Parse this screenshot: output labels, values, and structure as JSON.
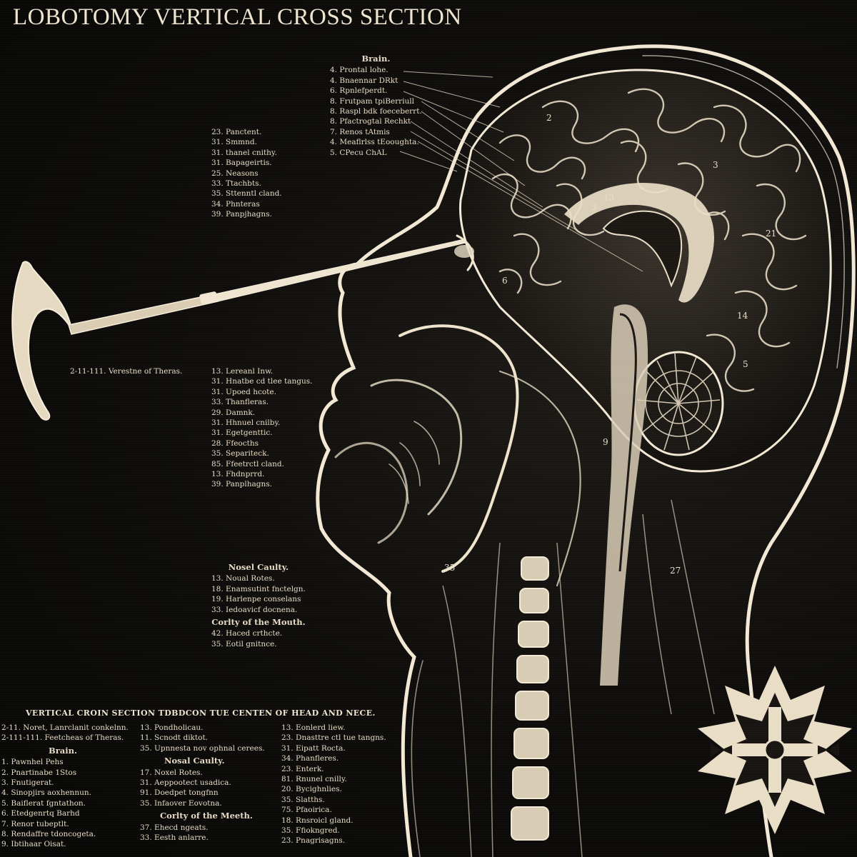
{
  "title": "LOBOTOMY VERTICAL CROSS SECTION",
  "brain_block": {
    "heading": "Brain.",
    "items": [
      "4. Prontal lohe.",
      "4. Bnaennar DRkt",
      "6. Rpnlefperdt.",
      "8. Frutpam tpiBerriull",
      "8. Raspl bdk foeceberrt.",
      "8. Pfactrogtal Rechkt",
      "7. Renos tAtmis",
      "4. Meaflrlss tEooughta.",
      "5. CPecu ChAL"
    ]
  },
  "upper_list": {
    "items": [
      "23. Panctent.",
      "31. Smmnd.",
      "31. thanel cnithy.",
      "31. Bapageirtis.",
      "25. Neasons",
      "33. Ttachbts.",
      "35. Sttenntl cland.",
      "34. Phnteras",
      "39. Panpjhagns."
    ]
  },
  "speculum_label": "2-11-111. Verestne of Theras.",
  "middle_list": {
    "items": [
      "13. Lereanl Inw.",
      "31. Hnatbe cd tlee tangus.",
      "31. Upoed hcote.",
      "33. Thanfleras.",
      "29. Damnk.",
      "31. Hhnuel cnilby.",
      "31. Egetgenttic.",
      "28. Ffeocths",
      "35. Separiteck.",
      "85. Ffeetrctl cland.",
      "13. Fhdnprrd.",
      "39. Panplhagns."
    ]
  },
  "nasal_block": {
    "heading": "Nosel Caulty.",
    "items": [
      "13. Noual Rotes.",
      "18. Enamsutint fnctelgn.",
      "19. Harlenpe conselans",
      "33. Iedoavicf docnena."
    ]
  },
  "mouth_block": {
    "heading": "Corlty of the Mouth.",
    "items": [
      "42. Haced crthcte.",
      "35. Eotil gnitnce."
    ]
  },
  "bottom_heading": "VERTICAL CROIN SECTION TDBDCON TUE CENTEN OF HEAD AND NECE.",
  "bottom_col1": {
    "pre": [
      "2-11. Noret, Lanrclanit conkelnn.",
      "2-111-111. Feetcheas of Theras."
    ],
    "heading": "Brain.",
    "items": [
      "1. Pawnhel Pehs",
      "2. Pnartinabe 1Stos",
      "3. Fnutigerat.",
      "4. Sinopjirs aoxhennun.",
      "5. Baiflerat fgntathon.",
      "6. Etedgenrtq Barhd",
      "7. Renor tubeptlt.",
      "8. Rendaffre tdoncogeta.",
      "9. Ibtihaar Oisat."
    ]
  },
  "bottom_col2": {
    "items": [
      "13. Pondholicau.",
      "11. Scnodt diktot.",
      "35. Upnnesta nov ophnal cerees."
    ],
    "heading_a": "Nosal Caulty.",
    "items_a": [
      "17. Noxel Rotes.",
      "31. Aeppootect usadica.",
      "91. Doedpet tongfnn",
      "35. Infaover Eovotna."
    ],
    "heading_b": "Corlty of the Meeth.",
    "items_b": [
      "37. Ehecd ngeats.",
      "33. Eesth anlarre."
    ]
  },
  "bottom_col3": {
    "items": [
      "13. Eonlerd liew.",
      "23. Dnasttre ctl tue tangns.",
      "31. Eipatt Rocta.",
      "34. Phanfleres.",
      "23. Enterk.",
      "81. Rnunel cnilly.",
      "20. Bycighnlies.",
      "35. Slatths.",
      "75. Pfaoirica.",
      "18. Rnsroicl gland.",
      "35. Ffiokngred.",
      "23. Pnagrisagns."
    ]
  },
  "region_numbers": [
    "2",
    "3",
    "13",
    "3",
    "21",
    "14",
    "9",
    "27",
    "35",
    "6",
    "5"
  ],
  "colors": {
    "background": "#0b0a09",
    "ink": "#e9ddc6",
    "line": "#f2e8d4"
  },
  "icons": [
    "speculum-icon",
    "ornament-icon"
  ]
}
